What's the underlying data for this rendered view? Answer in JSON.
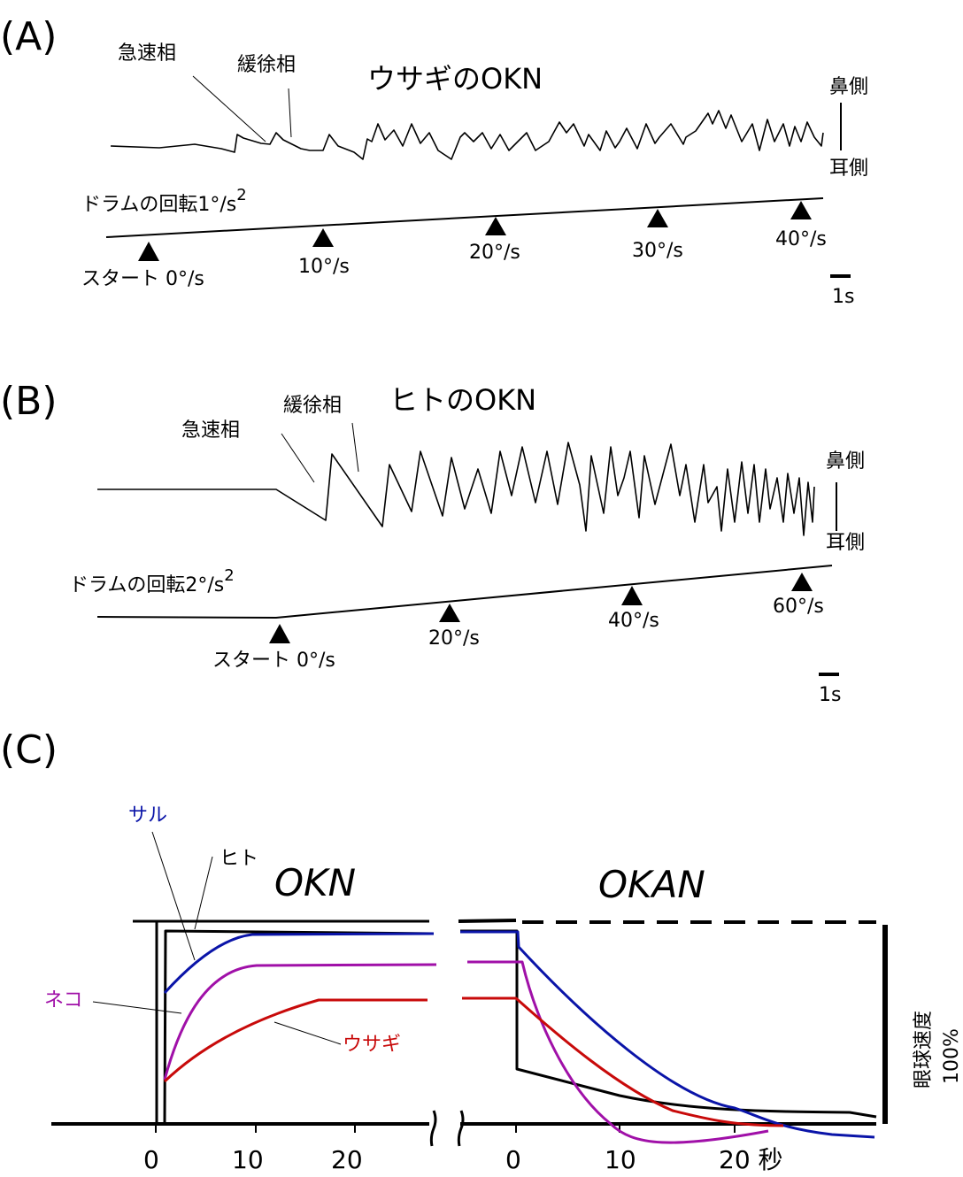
{
  "colors": {
    "human": "#000000",
    "monkey": "#0a14a8",
    "cat": "#a010a8",
    "rabbit": "#c80a0a"
  },
  "panel_a": {
    "label": "(A)",
    "title": "ウサギのOKN",
    "fast_phase": "急速相",
    "slow_phase": "緩徐相",
    "nasal": "鼻側",
    "temporal": "耳側",
    "drum_label": "ドラムの回転1°/s",
    "drum_sup": "2",
    "markers": [
      "スタート 0°/s",
      "10°/s",
      "20°/s",
      "30°/s",
      "40°/s"
    ],
    "scale": "1s"
  },
  "panel_b": {
    "label": "(B)",
    "title": "ヒトのOKN",
    "fast_phase": "急速相",
    "slow_phase": "緩徐相",
    "nasal": "鼻側",
    "temporal": "耳側",
    "drum_label": "ドラムの回転2°/s",
    "drum_sup": "2",
    "markers": [
      "スタート 0°/s",
      "20°/s",
      "40°/s",
      "60°/s"
    ],
    "scale": "1s"
  },
  "panel_c": {
    "label": "(C)",
    "okn": "OKN",
    "okan": "OKAN",
    "species": {
      "monkey": "サル",
      "human": "ヒト",
      "cat": "ネコ",
      "rabbit": "ウサギ"
    },
    "y_label": "眼球速度",
    "y_scale": "100%",
    "okn_ticks": [
      "0",
      "10",
      "20"
    ],
    "okan_ticks": [
      "0",
      "10",
      "20 秒"
    ]
  }
}
